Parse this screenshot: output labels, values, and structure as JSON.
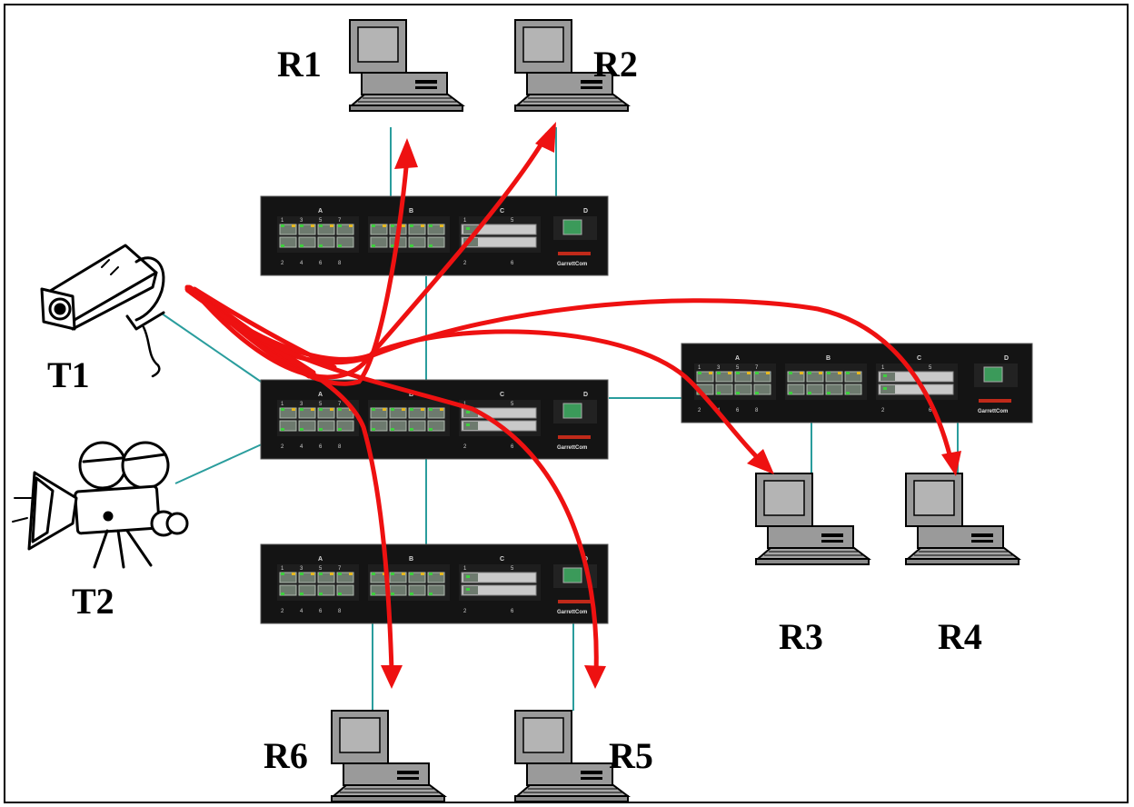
{
  "labels": {
    "T1": "T1",
    "T2": "T2",
    "R1": "R1",
    "R2": "R2",
    "R3": "R3",
    "R4": "R4",
    "R5": "R5",
    "R6": "R6"
  },
  "switch": {
    "port_groups": [
      "A",
      "B",
      "C",
      "D"
    ],
    "top_port_numbers": [
      "1",
      "3",
      "5",
      "7"
    ],
    "bottom_port_numbers": [
      "2",
      "4",
      "6",
      "8"
    ],
    "fiber_top_numbers": [
      "1",
      "5"
    ],
    "fiber_bottom_numbers": [
      "2",
      "6"
    ],
    "brand": "GarrettCom"
  },
  "colors": {
    "link": "#2a9d9d",
    "multicast_arrow": "#ee1111",
    "switch_body": "#141414",
    "port_green": "#3fcf3f",
    "port_amber": "#e6b820"
  },
  "nodes": [
    {
      "id": "T1",
      "type": "surveillance-camera-icon"
    },
    {
      "id": "T2",
      "type": "film-camera-icon"
    },
    {
      "id": "R1",
      "type": "desktop-computer-icon"
    },
    {
      "id": "R2",
      "type": "desktop-computer-icon"
    },
    {
      "id": "R3",
      "type": "desktop-computer-icon"
    },
    {
      "id": "R4",
      "type": "desktop-computer-icon"
    },
    {
      "id": "R5",
      "type": "desktop-computer-icon"
    },
    {
      "id": "R6",
      "type": "desktop-computer-icon"
    },
    {
      "id": "switch-top",
      "type": "ethernet-switch-icon"
    },
    {
      "id": "switch-middle",
      "type": "ethernet-switch-icon"
    },
    {
      "id": "switch-bottom",
      "type": "ethernet-switch-icon"
    },
    {
      "id": "switch-right",
      "type": "ethernet-switch-icon"
    }
  ],
  "links": [
    [
      "T1",
      "switch-middle"
    ],
    [
      "T2",
      "switch-middle"
    ],
    [
      "switch-top",
      "switch-middle"
    ],
    [
      "switch-middle",
      "switch-bottom"
    ],
    [
      "switch-middle",
      "switch-right"
    ],
    [
      "switch-top",
      "R1"
    ],
    [
      "switch-top",
      "R2"
    ],
    [
      "switch-right",
      "R3"
    ],
    [
      "switch-right",
      "R4"
    ],
    [
      "switch-bottom",
      "R5"
    ],
    [
      "switch-bottom",
      "R6"
    ]
  ],
  "flows": [
    {
      "from": "T1",
      "to": "R1"
    },
    {
      "from": "T1",
      "to": "R2"
    },
    {
      "from": "T1",
      "to": "R3"
    },
    {
      "from": "T1",
      "to": "R4"
    },
    {
      "from": "T1",
      "to": "R5"
    },
    {
      "from": "T1",
      "to": "R6"
    }
  ]
}
